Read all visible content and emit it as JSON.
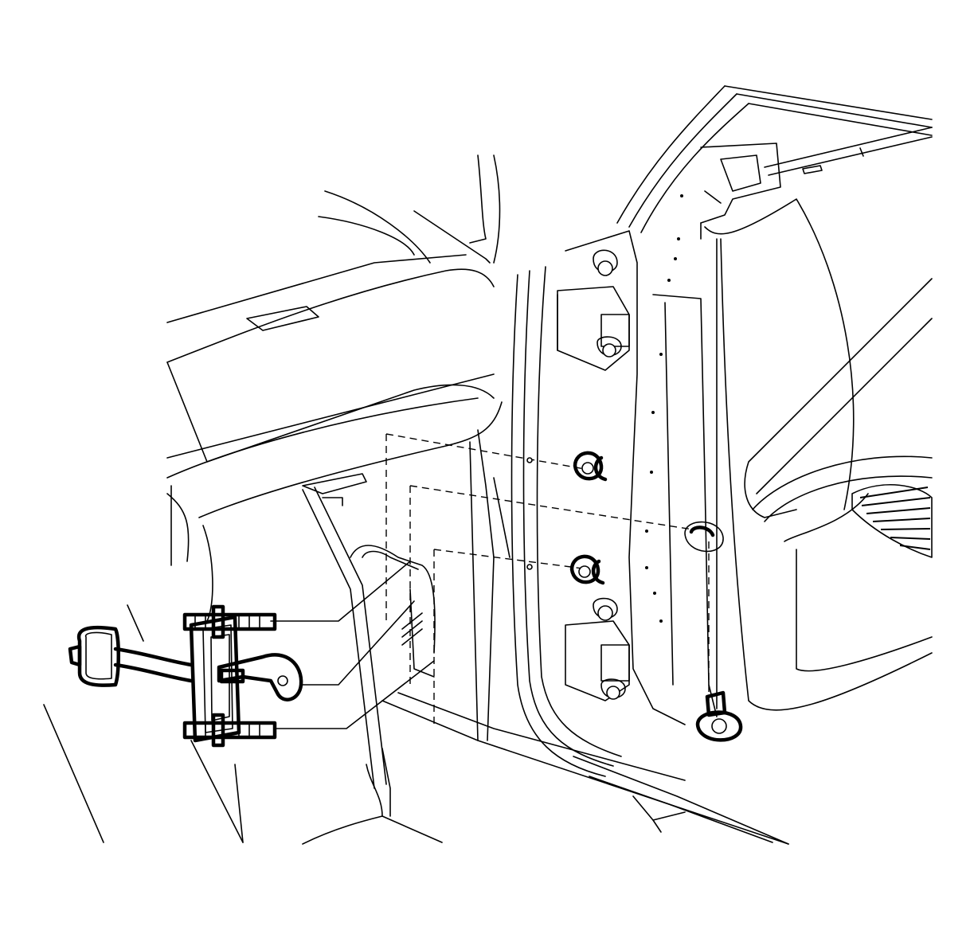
{
  "figure": {
    "background": "#ffffff",
    "line_color": "#000000",
    "components": [
      "door-check-link",
      "check-link-upper-stud",
      "check-link-lower-stud",
      "check-link-mounting-nut-upper",
      "check-link-mounting-nut-lower",
      "check-link-to-body-bolt",
      "door-hinge-upper",
      "door-hinge-lower",
      "instrument-panel",
      "door-opening-pillar",
      "speaker-grille"
    ]
  }
}
